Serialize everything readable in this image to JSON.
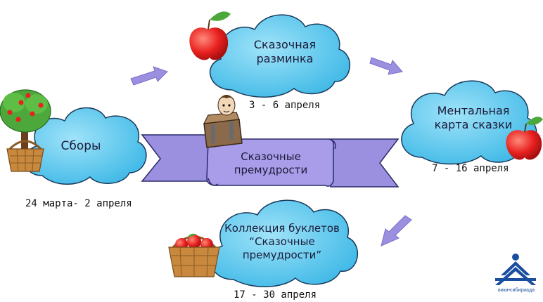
{
  "banner": {
    "line1": "Сказочные",
    "line2": "премудрости"
  },
  "steps": [
    {
      "title_line1": "Сборы",
      "title_line2": "",
      "dates": "24 марта- 2 апреля"
    },
    {
      "title_line1": "Сказочная",
      "title_line2": "разминка",
      "dates": "3 - 6 апреля"
    },
    {
      "title_line1": "Ментальная",
      "title_line2": "карта сказки",
      "dates": "7 - 16 апреля"
    },
    {
      "title_line1": "Коллекция буклетов",
      "title_line2": "“Сказочные",
      "title_line3": "премудрости”",
      "dates": "17 - 30 апреля"
    }
  ],
  "logo": {
    "text": "вики•сибириада"
  },
  "colors": {
    "cloud_fill": "#4fc3ec",
    "cloud_light": "#8fdcf7",
    "cloud_stroke": "#1a3a5c",
    "banner_fill": "#9b8fe0",
    "banner_stroke": "#2a2a6a",
    "arrow": "#9b8fe0",
    "apple": "#e8211f",
    "basket": "#c8883e",
    "logo_blue": "#1a4fa0"
  }
}
